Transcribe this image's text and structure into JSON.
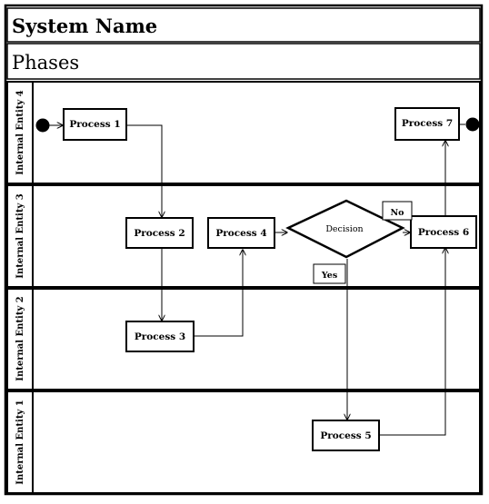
{
  "system_name": "System Name",
  "phases_label": "Phases",
  "lanes": [
    {
      "label": "Internal Entity 4"
    },
    {
      "label": "Internal Entity 3"
    },
    {
      "label": "Internal Entity 2"
    },
    {
      "label": "Internal Entity 1"
    }
  ],
  "nodes": {
    "process1": "Process 1",
    "process2": "Process 2",
    "process3": "Process 3",
    "process4": "Process 4",
    "process5": "Process 5",
    "process6": "Process 6",
    "process7": "Process 7",
    "decision": "Decision"
  },
  "edge_labels": {
    "no": "No",
    "yes": "Yes"
  }
}
